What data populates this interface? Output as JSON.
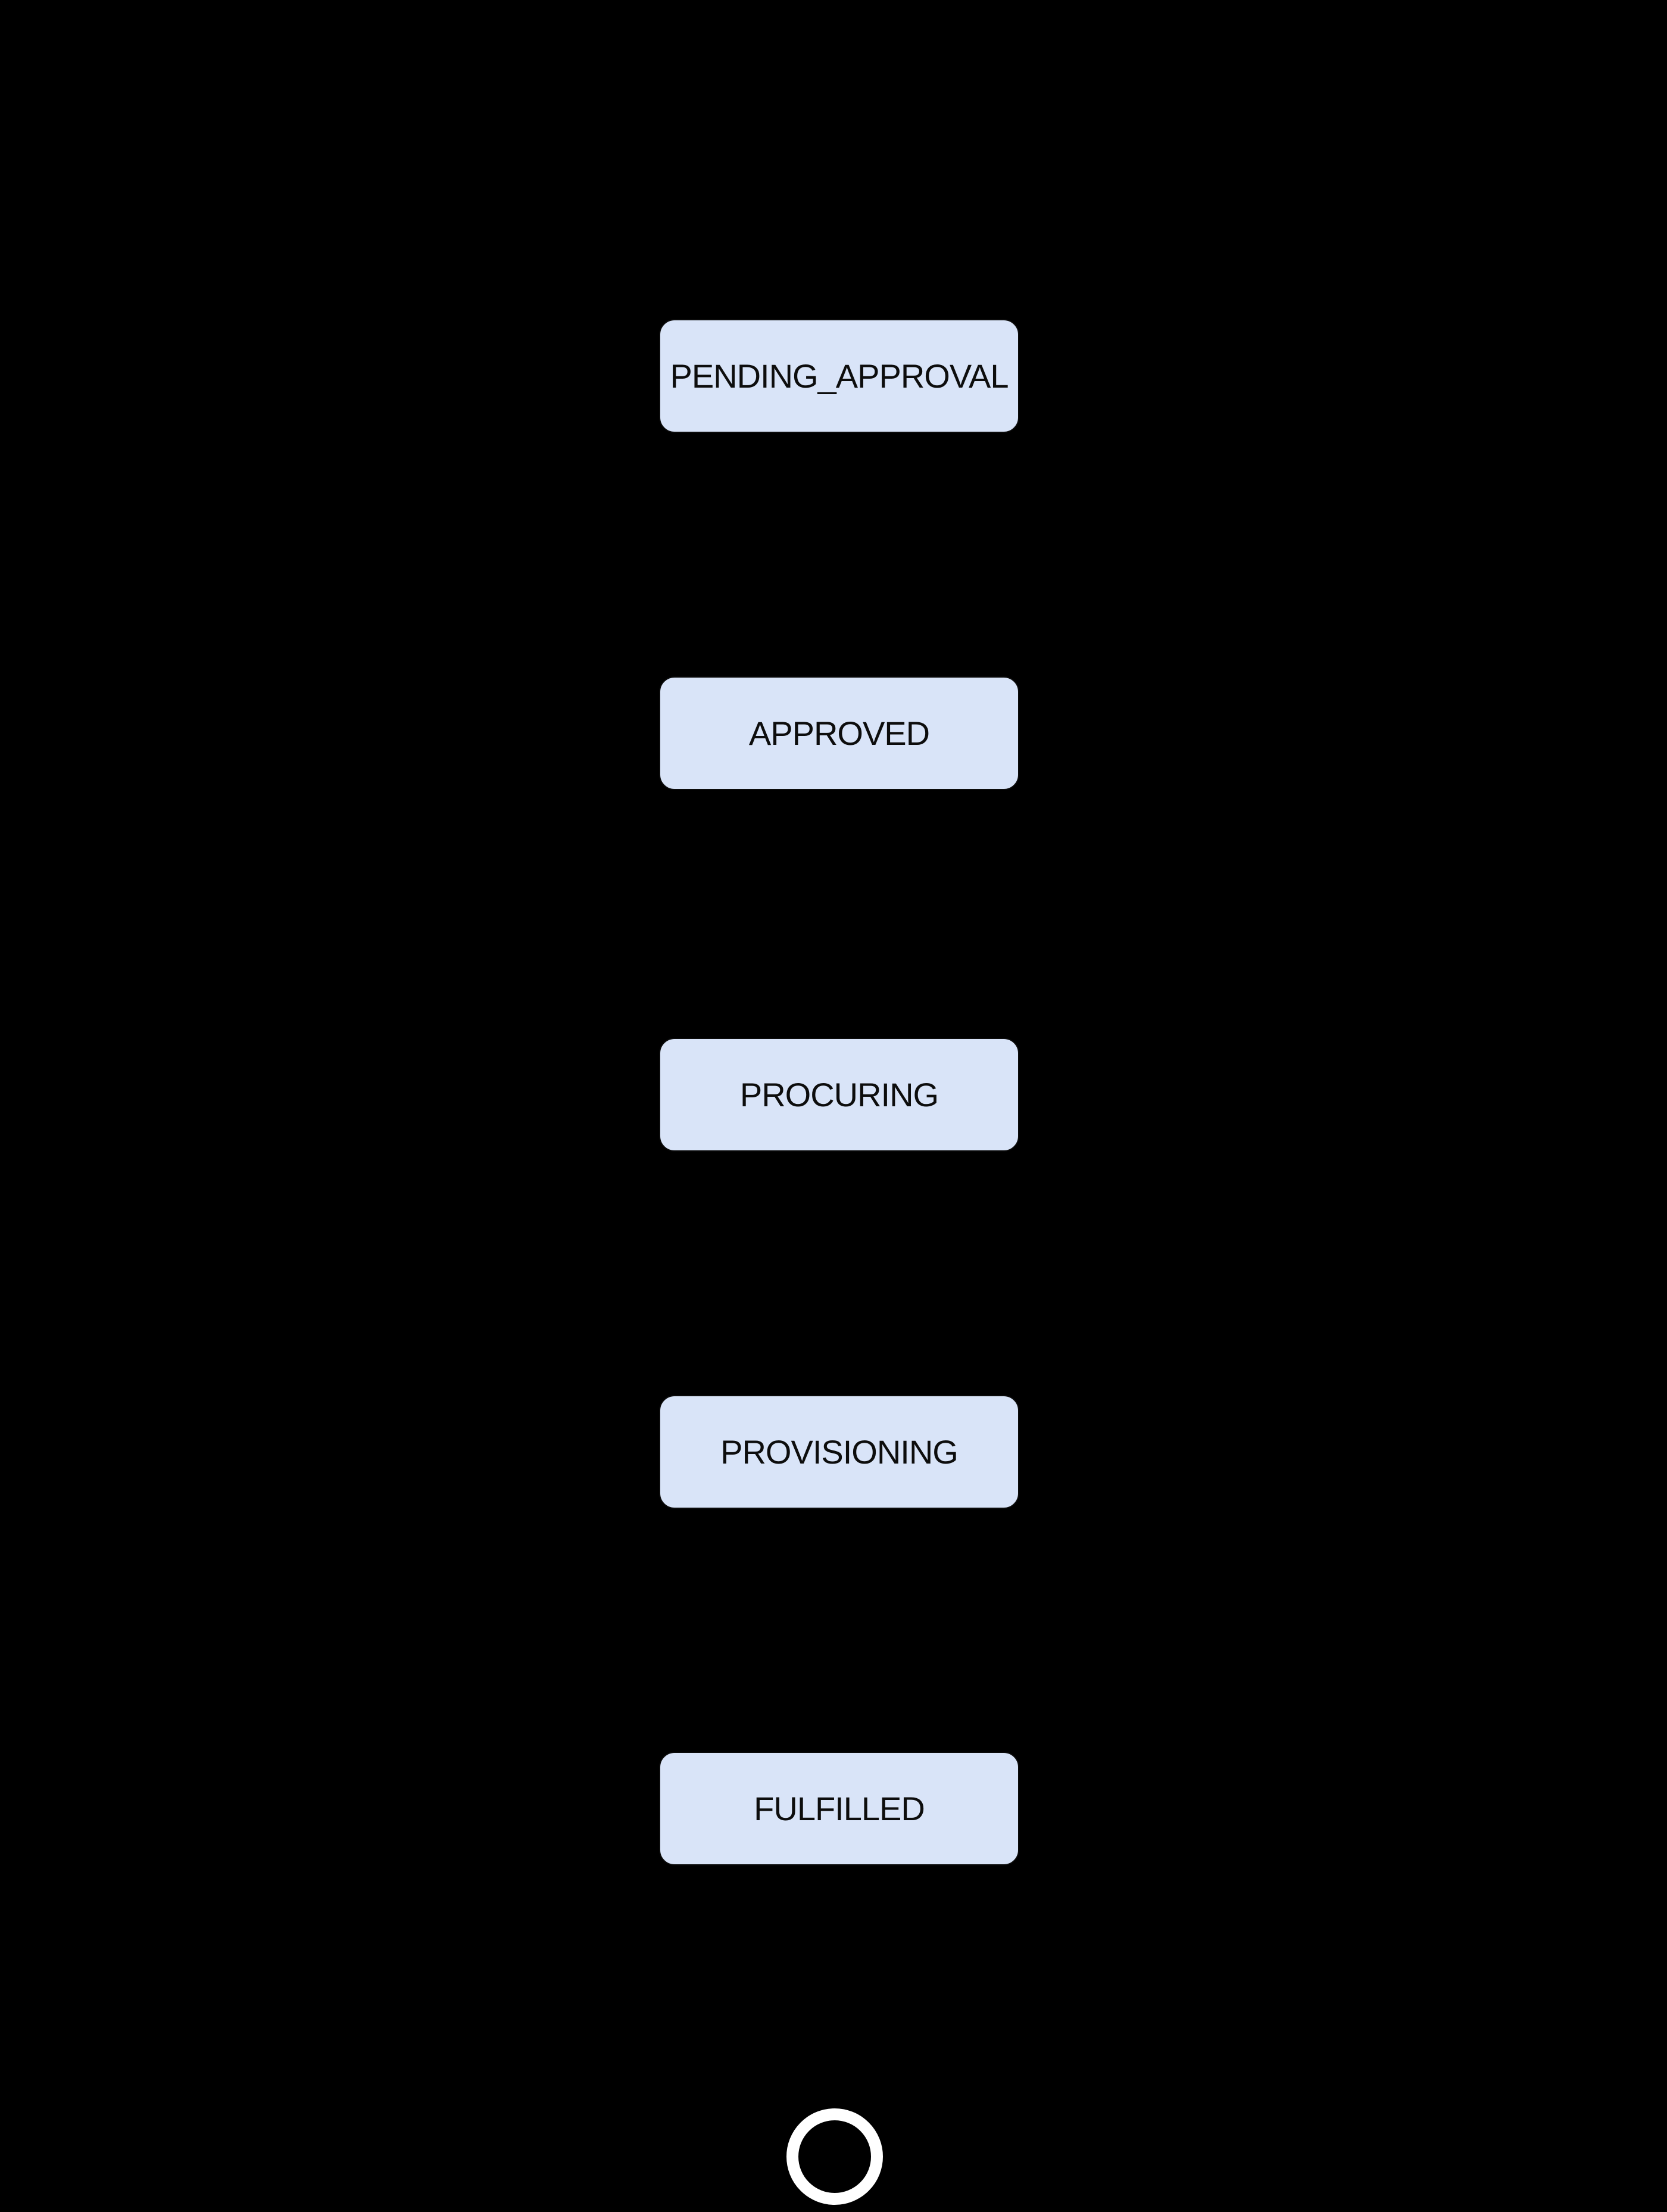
{
  "diagram": {
    "type": "state-flow",
    "colors": {
      "background": "#000000",
      "node_fill": "#d9e4f8",
      "node_text": "#0d0d0d",
      "terminal_ring": "#ffffff"
    },
    "states": [
      {
        "id": "pending-approval",
        "label": "PENDING_APPROVAL"
      },
      {
        "id": "approved",
        "label": "APPROVED"
      },
      {
        "id": "procuring",
        "label": "PROCURING"
      },
      {
        "id": "provisioning",
        "label": "PROVISIONING"
      },
      {
        "id": "fulfilled",
        "label": "FULFILLED"
      }
    ],
    "terminal": {
      "shape": "circle-outline"
    }
  }
}
